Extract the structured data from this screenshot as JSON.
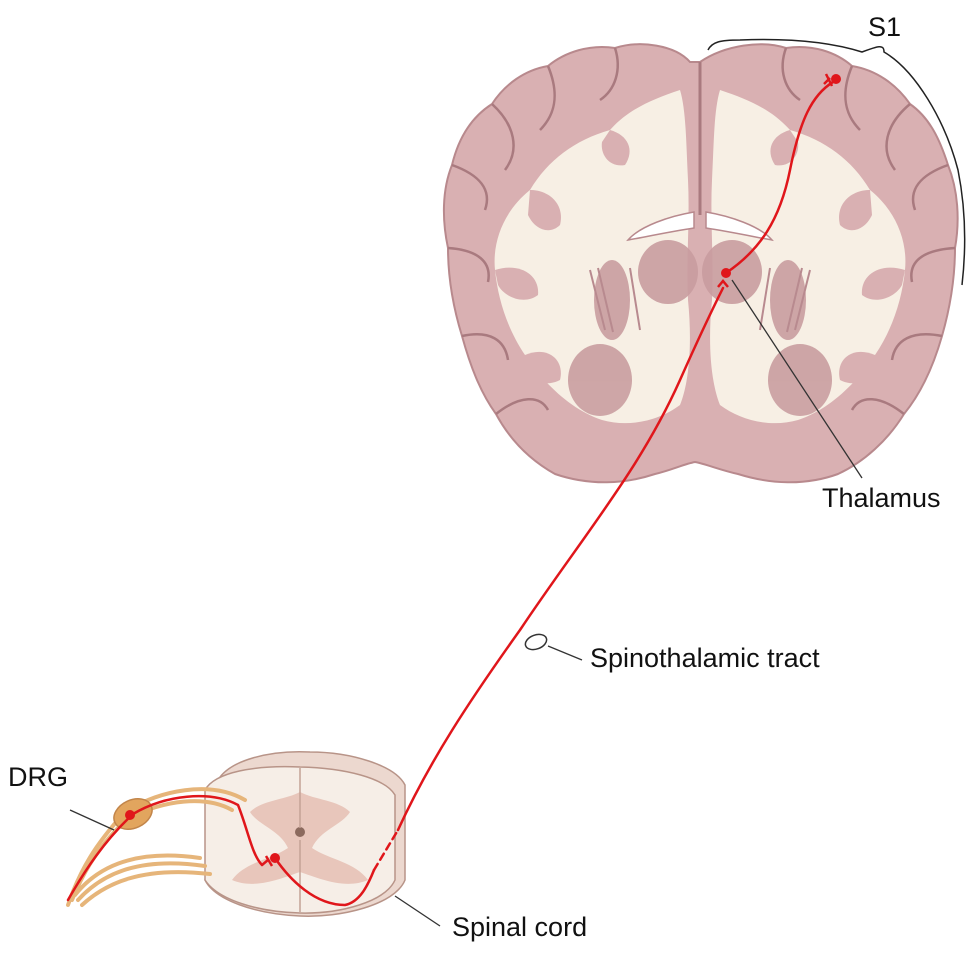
{
  "labels": {
    "s1": "S1",
    "thalamus": "Thalamus",
    "spinothalamic_tract": "Spinothalamic tract",
    "drg": "DRG",
    "spinal_cord": "Spinal cord"
  },
  "colors": {
    "pathway": "#e0161b",
    "cortex_gray": "#d9b0b2",
    "cortex_edge": "#b8898d",
    "white_matter": "#f7efe4",
    "deep_nuclei": "#c99da0",
    "cord_gray": "#e8c6bb",
    "cord_white": "#f6eee7",
    "nerve": "#e6b57a",
    "leader_line": "#333333"
  }
}
